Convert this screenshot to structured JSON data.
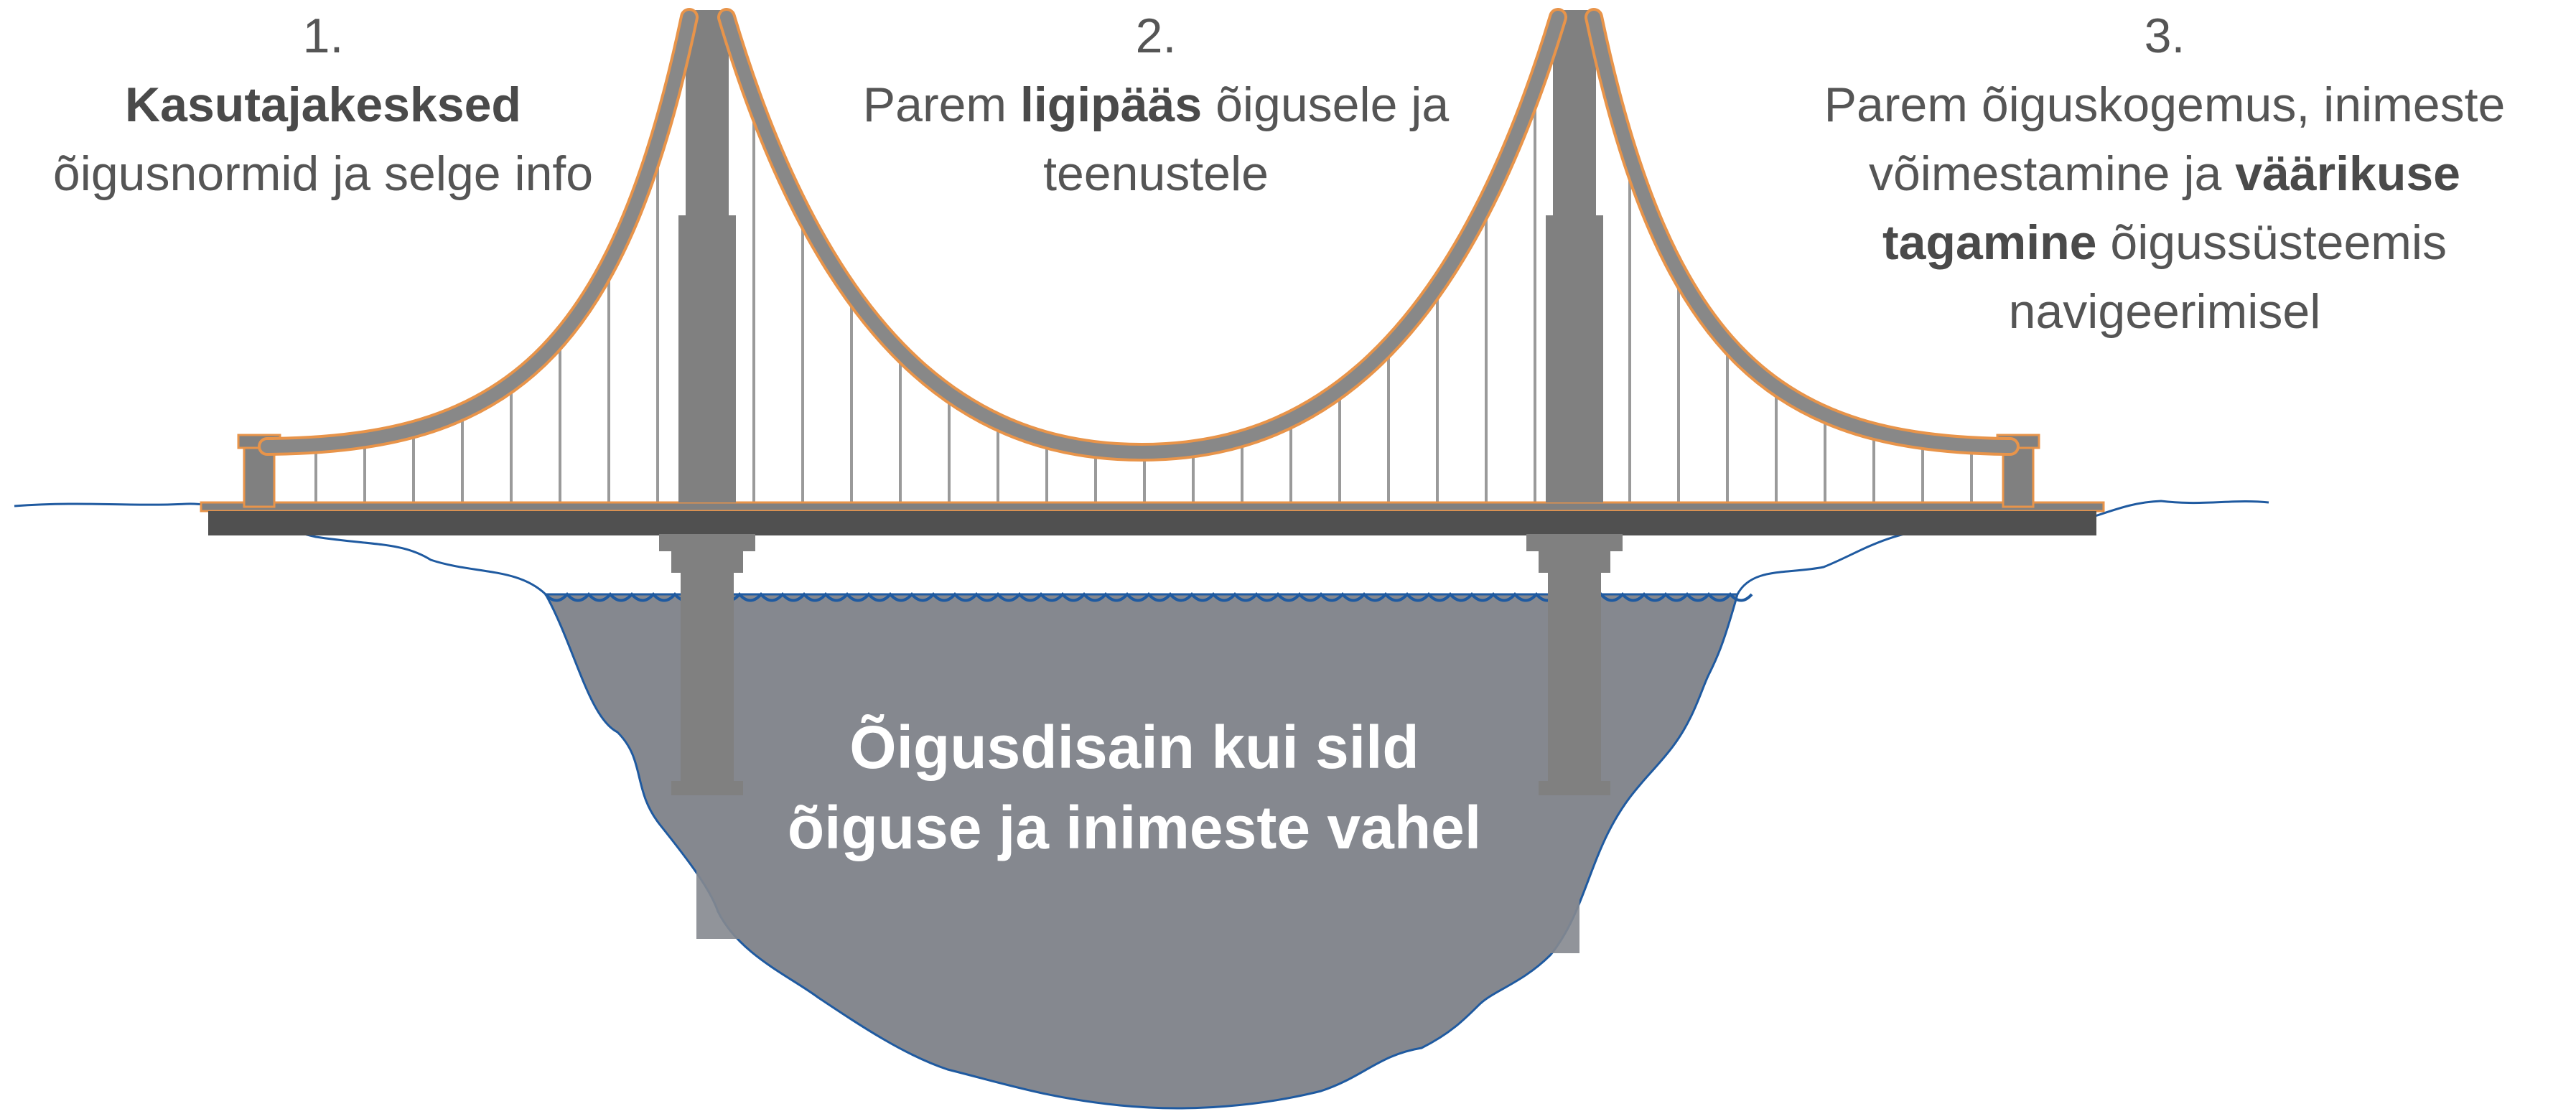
{
  "captions": [
    {
      "number": "1.",
      "parts": [
        {
          "text": "Kasutajakesksed",
          "bold": true
        },
        {
          "text": " õigusnormid ja selge info",
          "bold": false
        }
      ]
    },
    {
      "number": "2.",
      "parts": [
        {
          "text": "Parem ",
          "bold": false
        },
        {
          "text": "ligipääs",
          "bold": true
        },
        {
          "text": " õigusele ja teenustele",
          "bold": false
        }
      ]
    },
    {
      "number": "3.",
      "parts": [
        {
          "text": "Parem õiguskogemus, inimeste võimestamine ja ",
          "bold": false
        },
        {
          "text": "väärikuse tagamine",
          "bold": true
        },
        {
          "text": " õigussüsteemis navigeerimisel",
          "bold": false
        }
      ]
    }
  ],
  "center_title": "Õigusdisain kui sild õiguse ja inimeste vahel",
  "colors": {
    "water": "#85888f",
    "water_outline": "#1f5aa0",
    "tower": "#808080",
    "cable": "#888888",
    "cable_outline": "#e8944a",
    "deck": "#505050",
    "hanger": "#9a9a9a",
    "text": "#555555",
    "title": "#ffffff"
  }
}
